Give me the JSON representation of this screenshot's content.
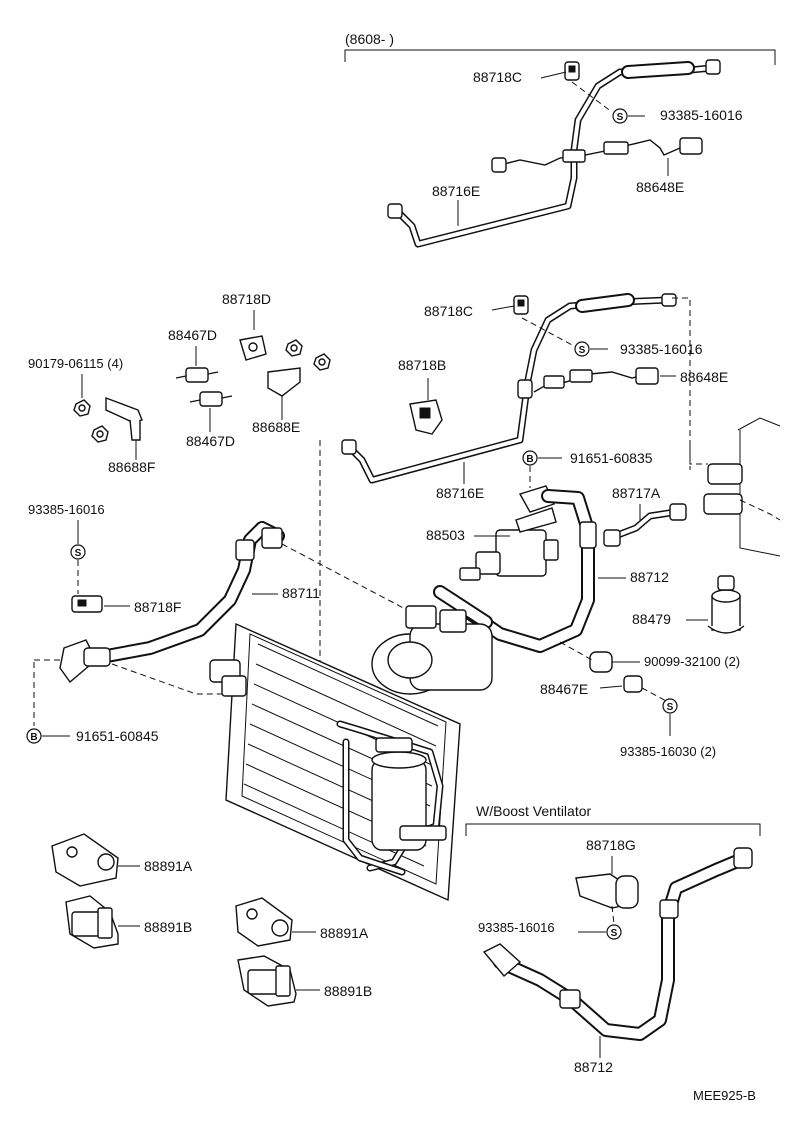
{
  "sections": {
    "top_bracket": "(8608-        )",
    "boost": "W/Boost Ventilator"
  },
  "labels": {
    "t_88718C": "88718C",
    "t_93385_16016": "93385-16016",
    "t_88716E": "88716E",
    "t_88648E": "88648E",
    "m_88718D": "88718D",
    "m_88467D_1": "88467D",
    "m_90179": "90179-06115 (4)",
    "m_88688E": "88688E",
    "m_88467D_2": "88467D",
    "m_88688F": "88688F",
    "m_88718C": "88718C",
    "m_93385_16016": "93385-16016",
    "m_88718B": "88718B",
    "m_88648E": "88648E",
    "m_91651_60835": "91651-60835",
    "m_88716E": "88716E",
    "m_88717A": "88717A",
    "m_88503": "88503",
    "m_88712": "88712",
    "m_88479": "88479",
    "m_90099": "90099-32100 (2)",
    "m_88467E": "88467E",
    "m_93385_16030": "93385-16030 (2)",
    "l_93385_16016": "93385-16016",
    "l_88718F": "88718F",
    "l_88711": "88711",
    "l_91651_60845": "91651-60845",
    "b_88891A_1": "88891A",
    "b_88891B_1": "88891B",
    "b_88891A_2": "88891A",
    "b_88891B_2": "88891B",
    "v_88718G": "88718G",
    "v_93385_16016": "93385-16016",
    "v_88712": "88712",
    "code": "MEE925-B"
  },
  "symbols": {
    "s": "S",
    "b": "B"
  },
  "icons": {
    "clip": "clip-icon",
    "hose": "hose-icon",
    "compressor": "compressor-icon",
    "condenser": "condenser-icon",
    "receiver": "receiver-drier-icon",
    "cover": "cover-icon",
    "bracket": "bracket-icon"
  }
}
